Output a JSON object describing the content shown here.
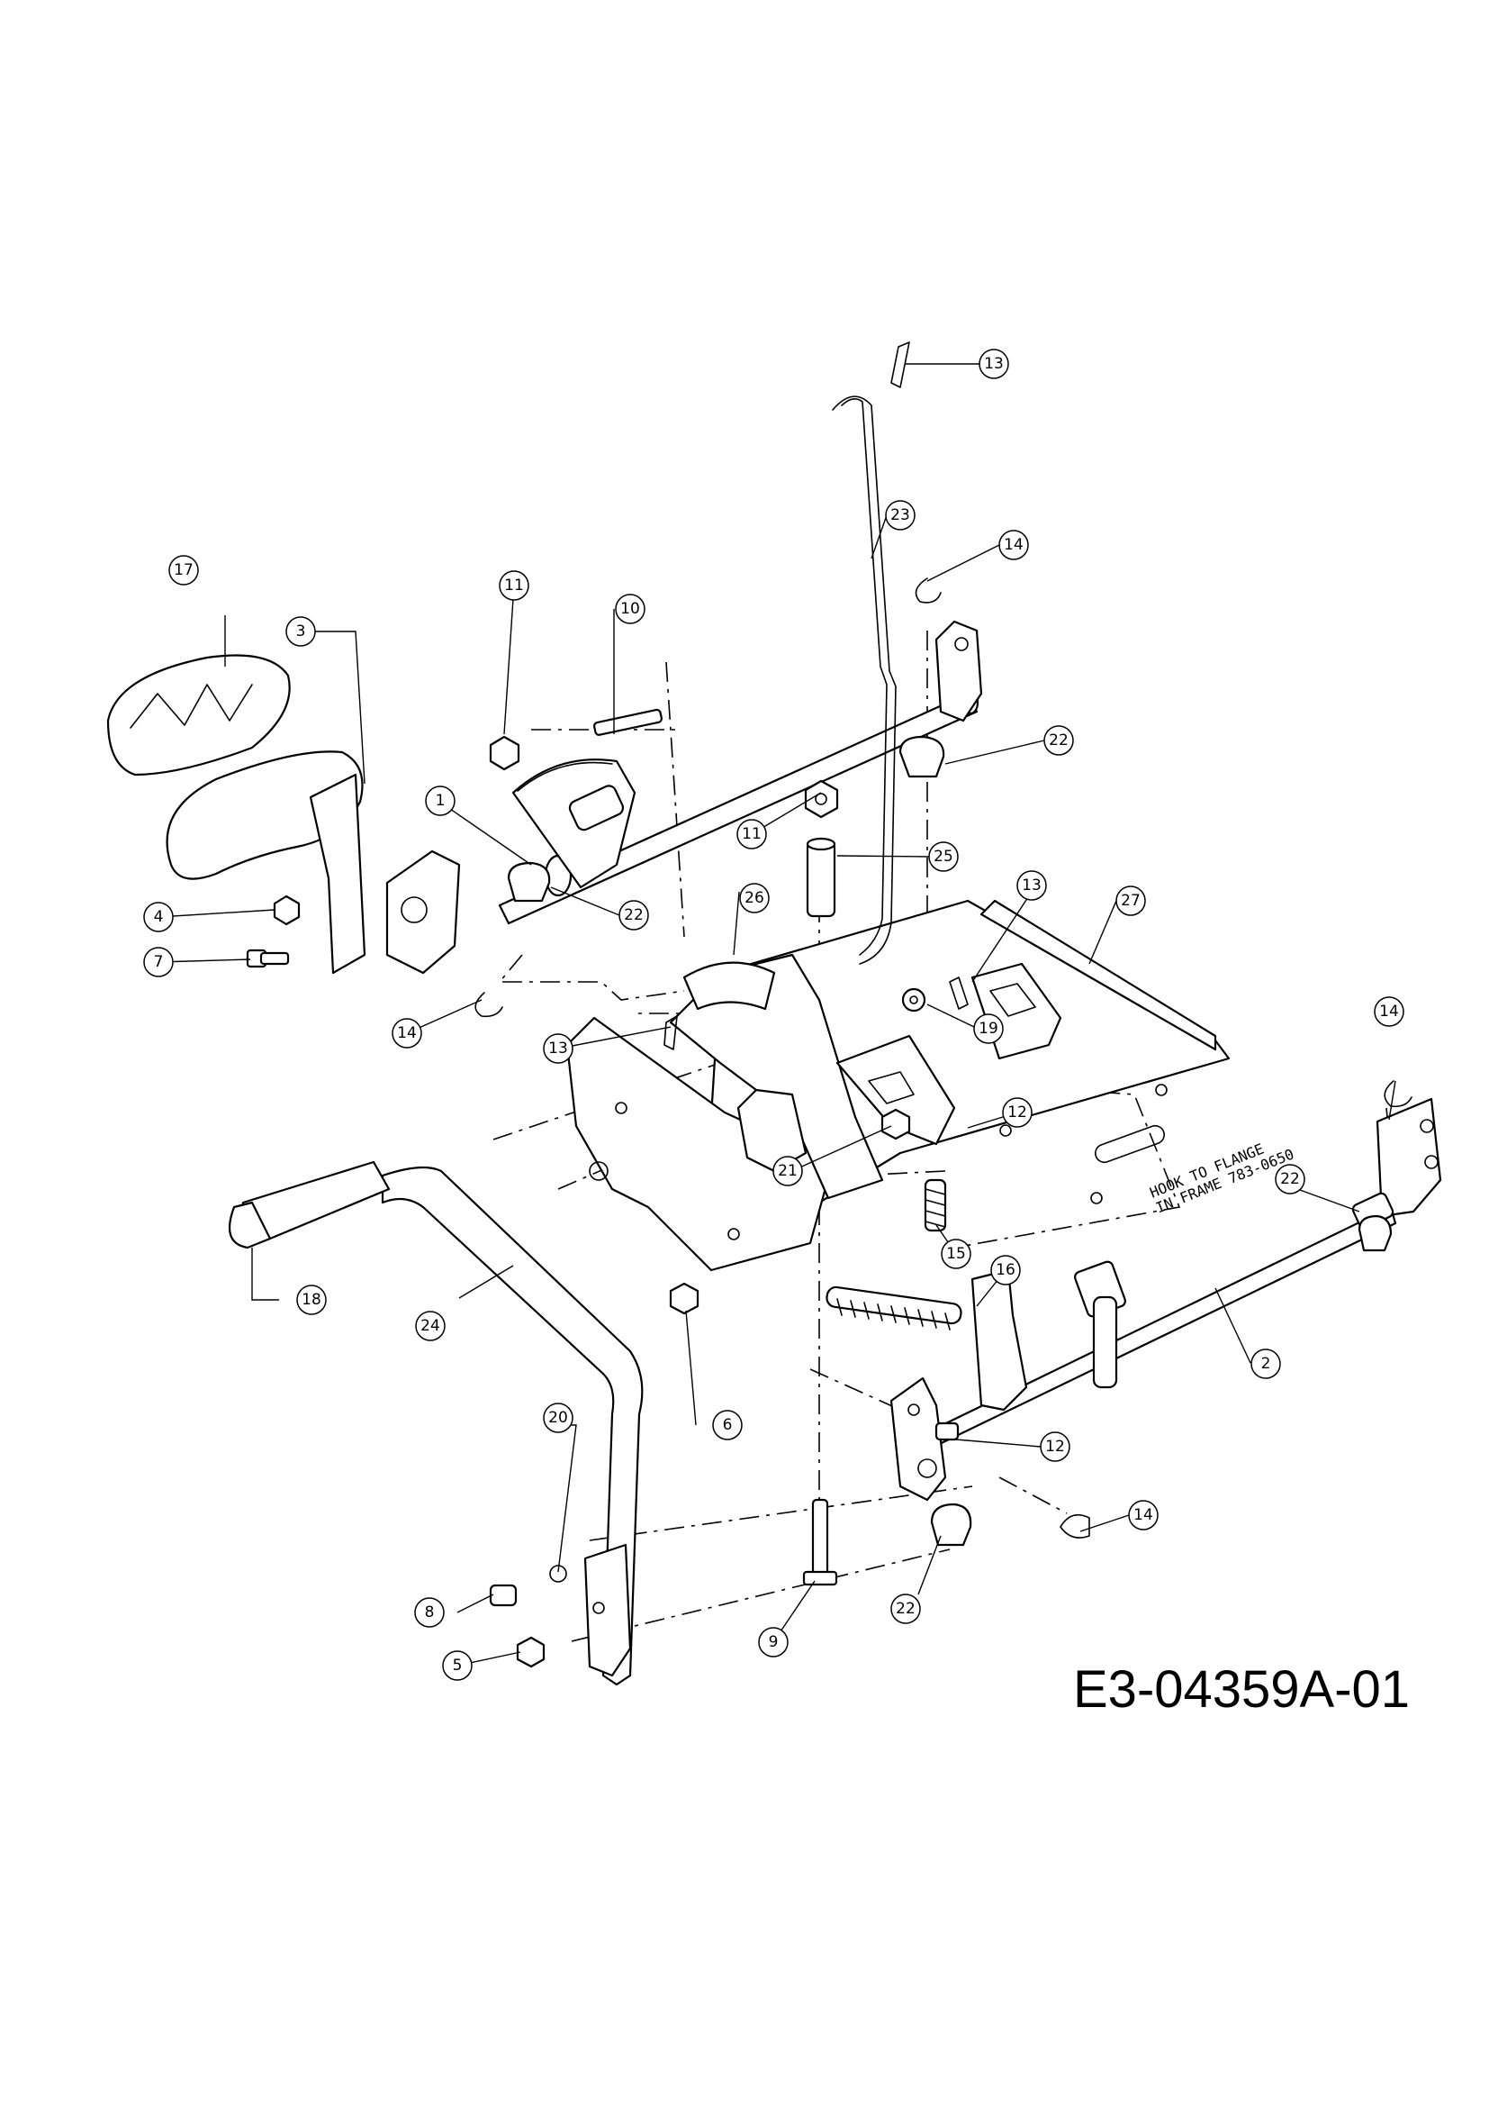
{
  "drawing_id": "E3-04359A-01",
  "note": {
    "line1": "HOOK TO FLANGE",
    "line2": "IN FRAME 783-0650"
  },
  "callouts": [
    {
      "id": "c1",
      "label": "1"
    },
    {
      "id": "c2",
      "label": "2"
    },
    {
      "id": "c3",
      "label": "3"
    },
    {
      "id": "c4",
      "label": "4"
    },
    {
      "id": "c5",
      "label": "5"
    },
    {
      "id": "c6",
      "label": "6"
    },
    {
      "id": "c7",
      "label": "7"
    },
    {
      "id": "c8",
      "label": "8"
    },
    {
      "id": "c9",
      "label": "9"
    },
    {
      "id": "c10",
      "label": "10"
    },
    {
      "id": "c11a",
      "label": "11"
    },
    {
      "id": "c11b",
      "label": "11"
    },
    {
      "id": "c12a",
      "label": "12"
    },
    {
      "id": "c12b",
      "label": "12"
    },
    {
      "id": "c13a",
      "label": "13"
    },
    {
      "id": "c13b",
      "label": "13"
    },
    {
      "id": "c13c",
      "label": "13"
    },
    {
      "id": "c14a",
      "label": "14"
    },
    {
      "id": "c14b",
      "label": "14"
    },
    {
      "id": "c14c",
      "label": "14"
    },
    {
      "id": "c14d",
      "label": "14"
    },
    {
      "id": "c15",
      "label": "15"
    },
    {
      "id": "c16",
      "label": "16"
    },
    {
      "id": "c17",
      "label": "17"
    },
    {
      "id": "c18",
      "label": "18"
    },
    {
      "id": "c19",
      "label": "19"
    },
    {
      "id": "c20",
      "label": "20"
    },
    {
      "id": "c21",
      "label": "21"
    },
    {
      "id": "c22a",
      "label": "22"
    },
    {
      "id": "c22b",
      "label": "22"
    },
    {
      "id": "c22c",
      "label": "22"
    },
    {
      "id": "c22d",
      "label": "22"
    },
    {
      "id": "c23",
      "label": "23"
    },
    {
      "id": "c24",
      "label": "24"
    },
    {
      "id": "c25",
      "label": "25"
    },
    {
      "id": "c26",
      "label": "26"
    },
    {
      "id": "c27",
      "label": "27"
    }
  ]
}
